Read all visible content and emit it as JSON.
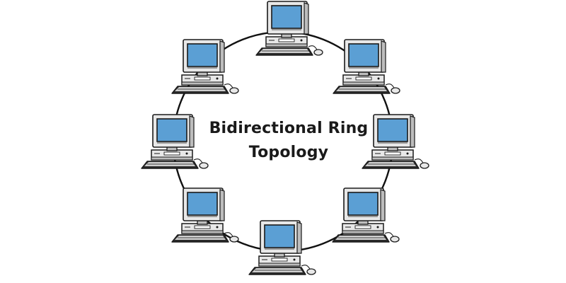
{
  "diagram": {
    "title_line_1": "Bidirectional Ring",
    "title_line_2": "Topology",
    "node_count": 8,
    "node_kind": "computer-icon"
  },
  "colors": {
    "ring": "#111111",
    "screen": "#5b9fd4",
    "body_light": "#e8e8e8",
    "body_shade": "#bdbdbd",
    "outline": "#1a1a1a",
    "keyboard": "#cfcfcf"
  }
}
